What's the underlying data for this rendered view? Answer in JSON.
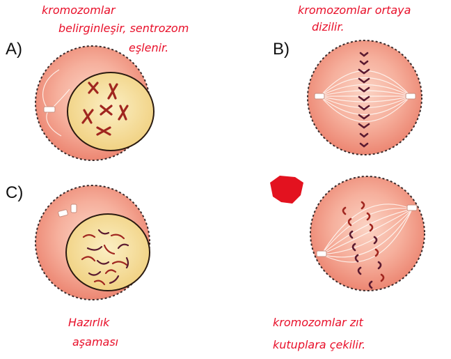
{
  "panels": [
    {
      "letter": "A)",
      "note_lines": [
        "kromozomlar",
        "belirginleşir, sentrozom",
        "eşlenir."
      ]
    },
    {
      "letter": "B)",
      "note_lines": [
        "kromozomlar ortaya",
        "dizilir."
      ]
    },
    {
      "letter": "C)",
      "note_lines": [
        "Hazırlık",
        "aşaması"
      ]
    },
    {
      "letter": "",
      "note_lines": [
        "kromozomlar zıt",
        "kutuplara çekilir."
      ]
    }
  ],
  "colors": {
    "annotation": "#e8102a",
    "cytoplasm": "#f29a86",
    "nucleus": "#f3d98a",
    "chromosome": "#a0261f",
    "redaction": "#e3121f"
  }
}
